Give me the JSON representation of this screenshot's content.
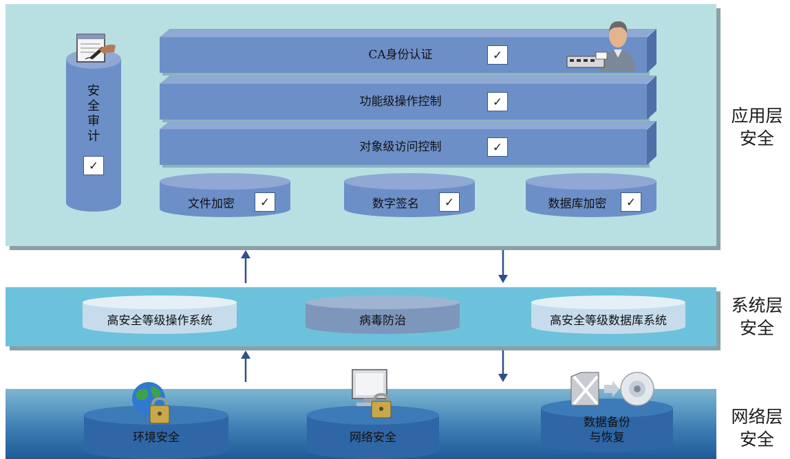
{
  "app_layer": {
    "label": "应用层安全",
    "label_line1": "应用层",
    "label_line2": "安全",
    "audit": {
      "label": "安全审计",
      "chars": [
        "安",
        "全",
        "审",
        "计"
      ],
      "check": "✓"
    },
    "bars": [
      {
        "label": "CA身份认证",
        "check": "✓"
      },
      {
        "label": "功能级操作控制",
        "check": "✓"
      },
      {
        "label": "对象级访问控制",
        "check": "✓"
      }
    ],
    "cylinders": [
      {
        "label": "文件加密",
        "check": "✓"
      },
      {
        "label": "数字签名",
        "check": "✓"
      },
      {
        "label": "数据库加密",
        "check": "✓"
      }
    ]
  },
  "system_layer": {
    "label_line1": "系统层",
    "label_line2": "安全",
    "cylinders": [
      {
        "label": "高安全等级操作系统"
      },
      {
        "label": "病毒防治"
      },
      {
        "label": "高安全等级数据库系统"
      }
    ]
  },
  "network_layer": {
    "label_line1": "网络层",
    "label_line2": "安全",
    "cylinders": [
      {
        "label": "环境安全"
      },
      {
        "label": "网络安全"
      },
      {
        "label_line1": "数据备份",
        "label_line2": "与恢复"
      }
    ]
  },
  "icons": [
    "signing-document-icon",
    "user-with-card-reader-icon",
    "globe-lock-icon",
    "monitor-lock-icon",
    "folder-to-disc-backup-icon"
  ],
  "colors": {
    "app_bg": "#b8e0e2",
    "system_bg": "#6cc2da",
    "network_bg": "#3f7fb4",
    "bar": "#6d8fc8",
    "arrow": "#2f4f8a"
  }
}
